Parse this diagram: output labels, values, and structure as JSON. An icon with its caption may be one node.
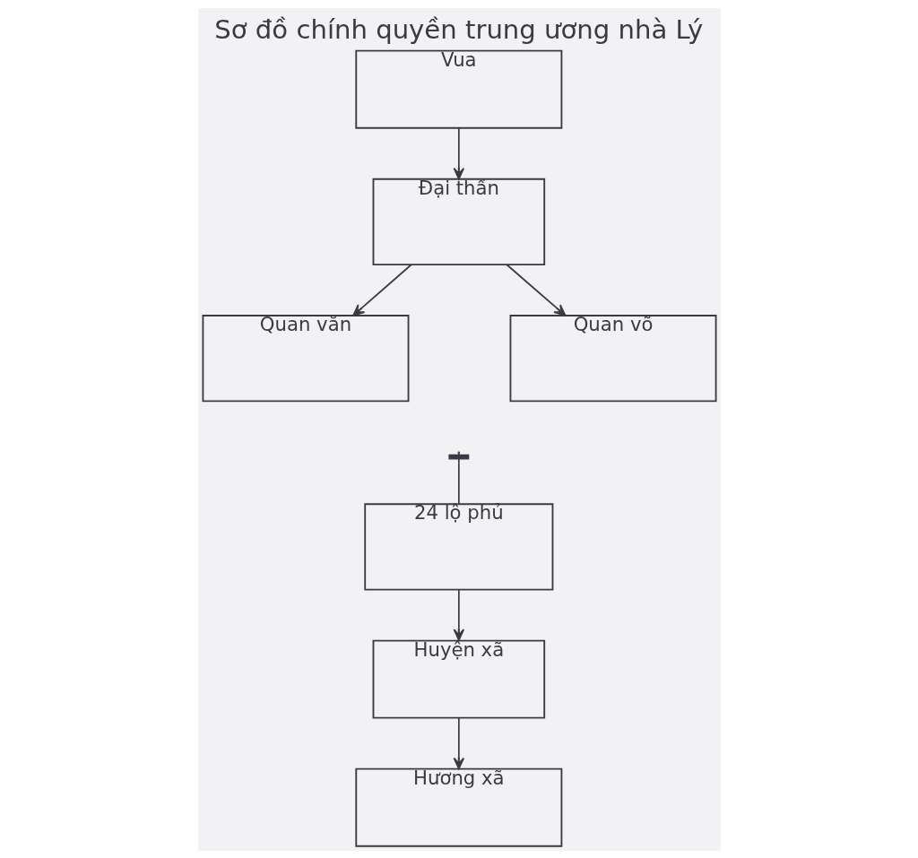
{
  "diagram": {
    "title": "Sơ đồ chính quyền trung ương nhà Lý",
    "nodes": [
      {
        "text": [
          "Vua"
        ]
      },
      {
        "text": [
          "Đại thần"
        ]
      },
      {
        "text": [
          "Quan văn"
        ]
      },
      {
        "text": [
          "Quan võ"
        ]
      },
      {
        "text": [
          "24 lộ phủ"
        ]
      },
      {
        "text": [
          "Huyện xã"
        ]
      },
      {
        "text": [
          "Hương xã"
        ]
      }
    ],
    "edges": [
      {
        "from": 0,
        "to": 1,
        "arrow": "to"
      },
      {
        "from": 1,
        "to": 2,
        "arrow": "to"
      },
      {
        "from": 1,
        "to": 3,
        "arrow": "to"
      },
      {
        "from": null,
        "to": 4,
        "arrow": "other"
      },
      {
        "from": 4,
        "to": 5,
        "arrow": "to"
      },
      {
        "from": 5,
        "to": 6,
        "arrow": "to"
      }
    ]
  }
}
